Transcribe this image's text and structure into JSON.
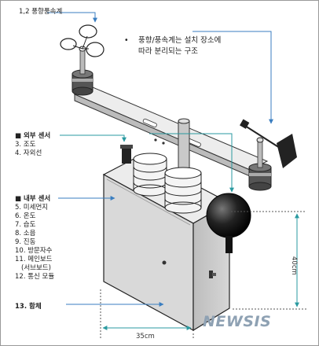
{
  "labels": {
    "anemometer": "1,2 풍향풍속계",
    "note_bullet": "•",
    "note_line1": "풍향/풍속계는 설치 장소에",
    "note_line2": "따라 분리되는 구조",
    "external_title": "■ 외부 센서",
    "external_items": [
      "3. 조도",
      "4. 자외선"
    ],
    "internal_title": "■ 내부 센서",
    "internal_items": [
      "5. 미세먼지",
      "6. 온도",
      "7. 습도",
      "8. 소음",
      "9. 진동",
      "10. 방문자수",
      "11. 메인보드",
      "(서브보드)",
      "12. 통신 모듈"
    ],
    "housing": "13. 함체"
  },
  "dimensions": {
    "width": "35cm",
    "height": "40cm"
  },
  "watermark": "NEWSIS",
  "colors": {
    "leader": "#3a7ec0",
    "housing": "#dfdfdf",
    "metal": "#c4c4c4",
    "dark": "#222222"
  }
}
